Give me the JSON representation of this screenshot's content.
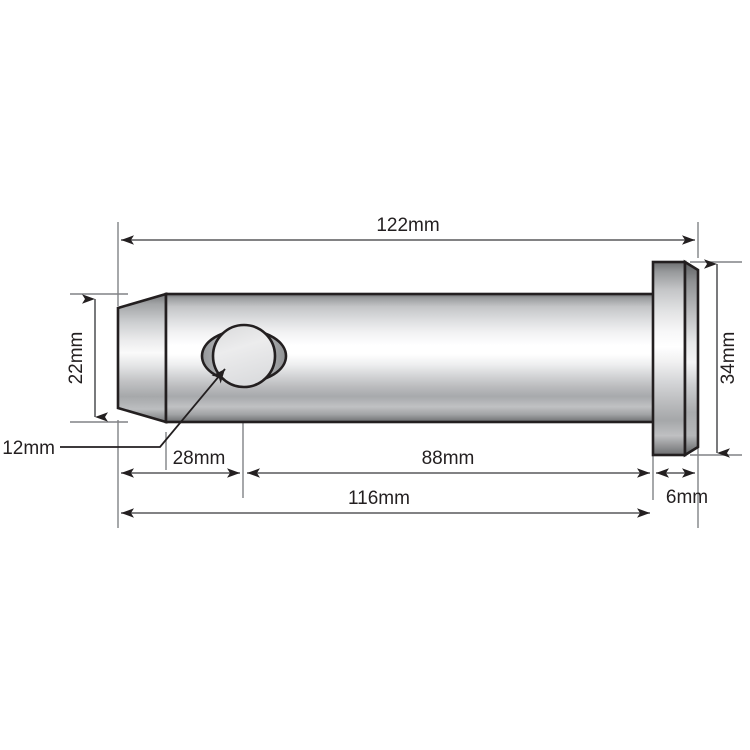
{
  "drawing": {
    "title": "Clevis Pin Dimensioned Technical Drawing",
    "units": "mm",
    "background_color": "#ffffff",
    "line_color": "#231f20",
    "dimension_line_color": "#58595b",
    "metal_light": "#ffffff",
    "metal_mid": "#c8c9cb",
    "metal_dark": "#808285"
  },
  "dimensions": {
    "overall_length": "122mm",
    "shaft_length_to_head": "116mm",
    "tip_to_hole_center": "28mm",
    "hole_center_to_head": "88mm",
    "head_thickness": "6mm",
    "head_diameter": "34mm",
    "shaft_diameter": "22mm",
    "hole_diameter": "12mm"
  },
  "labels": {
    "length_122": "122mm",
    "length_116": "116mm",
    "length_28": "28mm",
    "length_88": "88mm",
    "thickness_6": "6mm",
    "diameter_34": "34mm",
    "diameter_22": "22mm",
    "hole_12": "12mm"
  },
  "parts": {
    "shaft_name": "pin-shaft",
    "head_name": "pin-head-flange",
    "chamfer_name": "pin-chamfered-tip",
    "hole_name": "cross-drilled-hole"
  }
}
